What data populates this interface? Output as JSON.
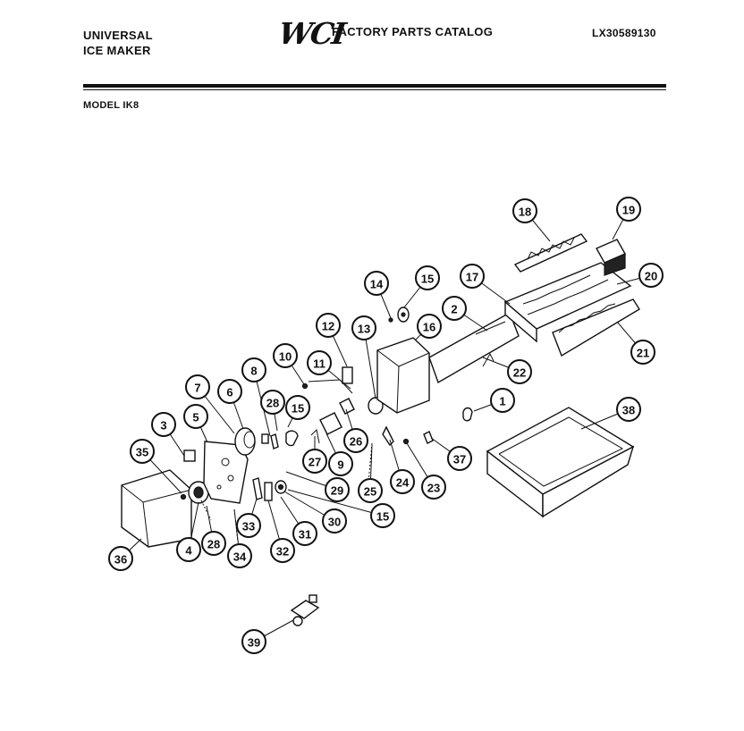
{
  "header": {
    "brand_line1": "UNIVERSAL",
    "brand_line2": "ICE MAKER",
    "logo": "WCI",
    "catalog_title": "FACTORY PARTS CATALOG",
    "catalog_number": "LX30589130",
    "model": "MODEL IK8"
  },
  "callouts": [
    "1",
    "2",
    "3",
    "4",
    "5",
    "6",
    "7",
    "8",
    "9",
    "10",
    "11",
    "12",
    "13",
    "14",
    "15",
    "15",
    "15",
    "15",
    "16",
    "17",
    "18",
    "19",
    "20",
    "21",
    "22",
    "23",
    "24",
    "25",
    "26",
    "27",
    "28",
    "28",
    "29",
    "29",
    "30",
    "31",
    "32",
    "33",
    "34",
    "35",
    "36",
    "37",
    "38",
    "39"
  ]
}
